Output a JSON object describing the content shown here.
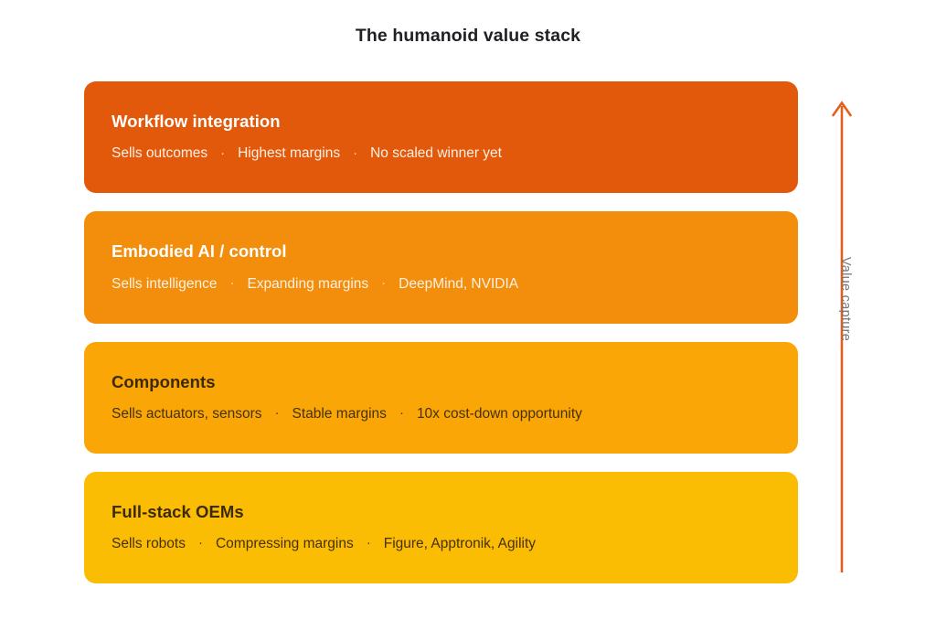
{
  "title": "The humanoid value stack",
  "axis": {
    "label": "Value capture",
    "arrow_direction": "up",
    "arrow_color": "#E2601A",
    "label_color": "#757575"
  },
  "separator": "·",
  "chart_data": {
    "type": "bar",
    "title": "The humanoid value stack",
    "xlabel": "",
    "ylabel": "Value capture",
    "orientation": "horizontal-stacked-layers",
    "grid": false,
    "legend": "none",
    "annotations": [
      "Value capture"
    ],
    "categories": [
      "Workflow integration",
      "Embodied AI / control",
      "Components",
      "Full-stack OEMs"
    ],
    "values": [
      4,
      3,
      2,
      1
    ],
    "ylim": [
      0,
      4
    ],
    "colors": [
      "#E2590B",
      "#F28E0C",
      "#F9A606",
      "#FBBC04"
    ]
  },
  "layers": [
    {
      "title": "Workflow integration",
      "facts": [
        "Sells outcomes",
        "Highest margins",
        "No scaled winner yet"
      ],
      "color": "#E2590B",
      "text_theme": "light"
    },
    {
      "title": "Embodied AI / control",
      "facts": [
        "Sells intelligence",
        "Expanding margins",
        "DeepMind, NVIDIA"
      ],
      "color": "#F28E0C",
      "text_theme": "light"
    },
    {
      "title": "Components",
      "facts": [
        "Sells actuators, sensors",
        "Stable margins",
        "10x cost-down opportunity"
      ],
      "color": "#F9A606",
      "text_theme": "dark"
    },
    {
      "title": "Full-stack OEMs",
      "facts": [
        "Sells robots",
        "Compressing margins",
        "Figure, Apptronik, Agility"
      ],
      "color": "#FBBC04",
      "text_theme": "dark"
    }
  ]
}
